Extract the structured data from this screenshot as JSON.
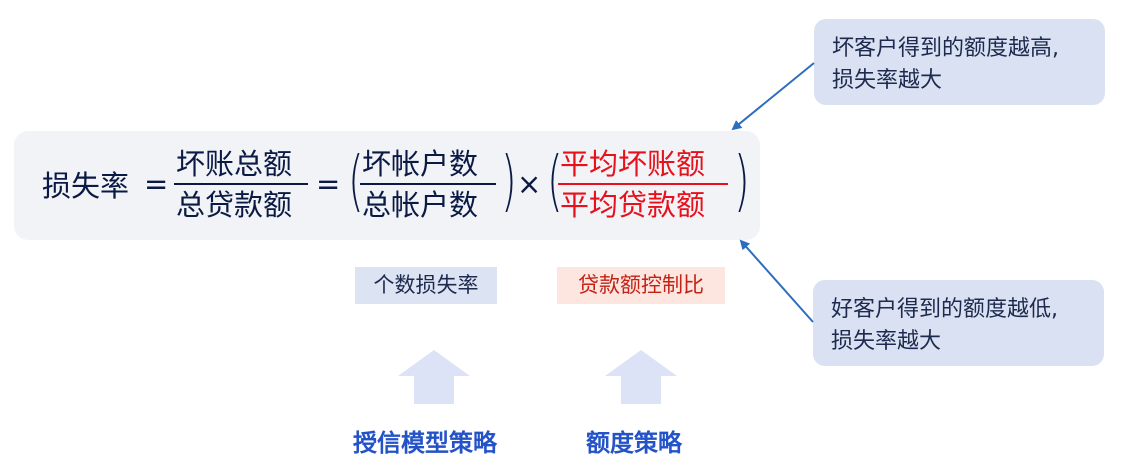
{
  "formula": {
    "lhs": "损失率",
    "eq1": "=",
    "frac1": {
      "num": "坏账总额",
      "den": "总贷款额"
    },
    "eq2": "=",
    "frac2": {
      "num": "坏帐户数",
      "den": "总帐户数"
    },
    "times": "×",
    "frac3": {
      "num": "平均坏账额",
      "den": "平均贷款额"
    }
  },
  "tags": {
    "count_loss": "个数损失率",
    "amount_control": "贷款额控制比"
  },
  "callouts": {
    "top_line1": "坏客户得到的额度越高,",
    "top_line2": "损失率越大",
    "bottom_line1": "好客户得到的额度越低,",
    "bottom_line2": "损失率越大"
  },
  "strategies": {
    "credit_model": "授信模型策略",
    "limit": "额度策略"
  },
  "colors": {
    "formula_text": "#0b1a45",
    "highlight_red": "#e8101b",
    "strategy_blue": "#2453c8",
    "callout_bg": "#d9e1f2",
    "arrow_blue": "#2d6dbf",
    "up_arrow_fill": "#dce3f7"
  }
}
